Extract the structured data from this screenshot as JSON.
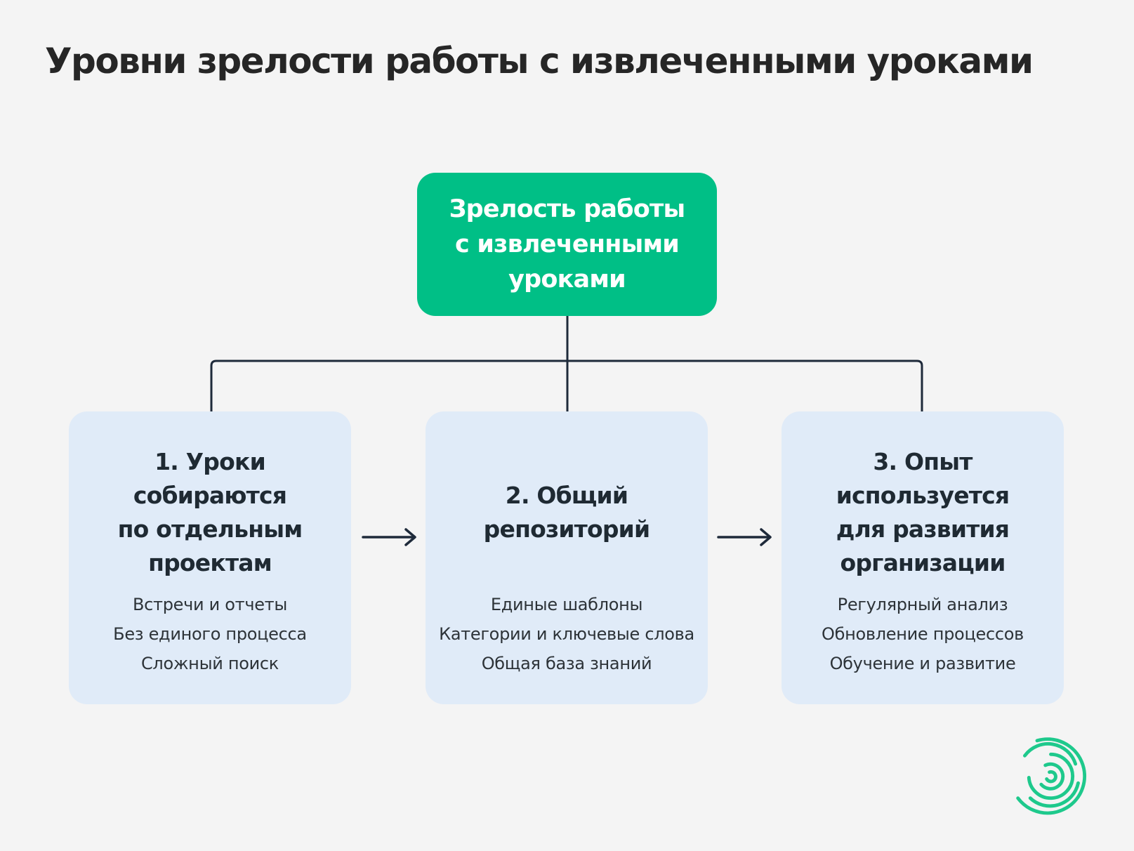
{
  "title": "Уровни зрелости работы с извлеченными уроками",
  "root": {
    "lines": [
      "Зрелость работы",
      "с извлеченными",
      "уроками"
    ]
  },
  "levels": [
    {
      "title_lines": [
        "1. Уроки",
        "собираются",
        "по отдельным",
        "проектам"
      ],
      "points": [
        "Встречи и отчеты",
        "Без единого процесса",
        "Сложный поиск"
      ]
    },
    {
      "title_lines": [
        "2. Общий",
        "репозиторий"
      ],
      "points": [
        "Единые шаблоны",
        "Категории и ключевые слова",
        "Общая база знаний"
      ]
    },
    {
      "title_lines": [
        "3. Опыт",
        "используется",
        "для развития",
        "организации"
      ],
      "points": [
        "Регулярный анализ",
        "Обновление процессов",
        "Обучение и развитие"
      ]
    }
  ],
  "colors": {
    "background": "#f4f4f4",
    "root_fill": "#00bf86",
    "card_fill": "#e0ebf8",
    "connector": "#1e2a3a",
    "logo": "#1ec98c"
  },
  "logo_icon": "concentric-circles-logo"
}
